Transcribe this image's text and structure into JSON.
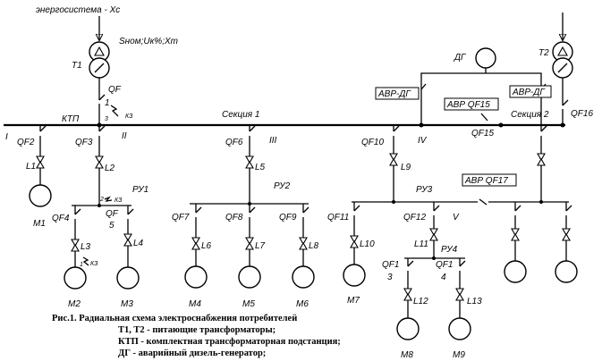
{
  "labels": {
    "power_system": "энергосистема - Xс",
    "trafo_params": "Sном;Uк%;Xт",
    "T1": "T1",
    "T2": "T2",
    "QF": "QF",
    "QF1_num": "1",
    "QF16": "QF16",
    "KTP": "КТП",
    "section1": "Секция 1",
    "section2": "Секция 2",
    "DG": "ДГ",
    "avr_dg_left": "АВР-ДГ",
    "avr_dg_right": "АВР-ДГ",
    "avr_qf15": "АВР QF15",
    "QF15": "QF15",
    "avr_qf17": "АВР QF17",
    "kz": "КЗ",
    "kz3": "3",
    "kz2": "2",
    "kz1": "1",
    "I": "I",
    "II": "II",
    "III": "III",
    "IV": "IV",
    "V": "V",
    "QF2": "QF2",
    "QF3": "QF3",
    "QF6": "QF6",
    "QF10": "QF10",
    "L1": "L1",
    "L2": "L2",
    "L5": "L5",
    "L9": "L9",
    "M1": "M1",
    "RU1": "РУ1",
    "RU2": "РУ2",
    "RU3": "РУ3",
    "RU4": "РУ4",
    "QF4": "QF4",
    "QF5_a": "QF",
    "QF5_b": "5",
    "L3": "L3",
    "L4": "L4",
    "M2": "M2",
    "M3": "M3",
    "QF7": "QF7",
    "QF8": "QF8",
    "QF9": "QF9",
    "L6": "L6",
    "L7": "L7",
    "L8": "L8",
    "M4": "M4",
    "M5": "M5",
    "M6": "M6",
    "QF11": "QF11",
    "QF12": "QF12",
    "L10": "L10",
    "L11": "L11",
    "M7": "M7",
    "QF13_a": "QF1",
    "QF13_b": "3",
    "QF14_a": "QF1",
    "QF14_b": "4",
    "L12": "L12",
    "L13": "L13",
    "M8": "M8",
    "M9": "M9"
  },
  "caption": {
    "line1": "Рис.1. Радиальная схема электроснабжения потребителей",
    "line2": "T1, T2 - питающие трансформаторы;",
    "line3": "КТП - комплектная трансформаторная подстанция;",
    "line4": "ДГ - аварийный дизель-генератор;"
  }
}
